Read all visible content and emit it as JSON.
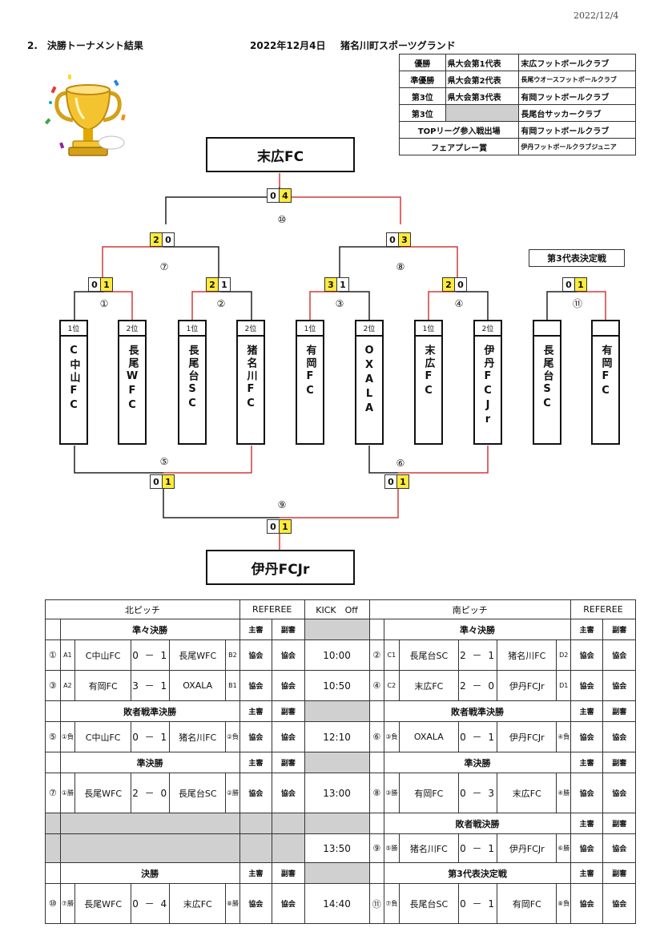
{
  "header": {
    "date_top": "2022/12/4",
    "section_title": "2.　決勝トーナメント結果",
    "event_date": "2022年12月4日",
    "venue": "猪名川町スポーツグランド"
  },
  "awards": [
    {
      "label": "優勝",
      "note": "県大会第1代表",
      "team": "末広フットボールクラブ"
    },
    {
      "label": "準優勝",
      "note": "県大会第2代表",
      "team": "長尾ウオースフットボールクラブ"
    },
    {
      "label": "第3位",
      "note": "県大会第3代表",
      "team": "有岡フットボールクラブ"
    },
    {
      "label": "第3位",
      "note": "",
      "team": "長尾台サッカークラブ"
    },
    {
      "label": "TOPリーグ参入戦出場",
      "team": "有岡フットボールクラブ"
    },
    {
      "label": "フェアプレー賞",
      "team": "伊丹フットボールクラブジュニア"
    }
  ],
  "bracket": {
    "champion": "末広FC",
    "bottom_winner": "伊丹FCJr",
    "third_title": "第3代表決定戦",
    "teams": [
      {
        "rank": "1位",
        "name": "C中山FC"
      },
      {
        "rank": "2位",
        "name": "長尾WFC"
      },
      {
        "rank": "1位",
        "name": "長尾台SC"
      },
      {
        "rank": "2位",
        "name": "猪名川FC"
      },
      {
        "rank": "1位",
        "name": "有岡FC"
      },
      {
        "rank": "2位",
        "name": "OXALA"
      },
      {
        "rank": "1位",
        "name": "末広FC"
      },
      {
        "rank": "2位",
        "name": "伊丹FCJr"
      },
      {
        "rank": "",
        "name": "長尾台SC"
      },
      {
        "rank": "",
        "name": "有岡FC"
      }
    ],
    "matches": [
      {
        "num": "①",
        "left": "0",
        "right": "1",
        "winner": "right"
      },
      {
        "num": "②",
        "left": "2",
        "right": "1",
        "winner": "left"
      },
      {
        "num": "③",
        "left": "3",
        "right": "1",
        "winner": "left"
      },
      {
        "num": "④",
        "left": "2",
        "right": "0",
        "winner": "left"
      },
      {
        "num": "⑪",
        "left": "0",
        "right": "1",
        "winner": "right"
      },
      {
        "num": "⑦",
        "left": "2",
        "right": "0",
        "winner": "left"
      },
      {
        "num": "⑧",
        "left": "0",
        "right": "3",
        "winner": "right"
      },
      {
        "num": "⑩",
        "left": "0",
        "right": "4",
        "winner": "right"
      },
      {
        "num": "⑤",
        "left": "0",
        "right": "1",
        "winner": "right"
      },
      {
        "num": "⑥",
        "left": "0",
        "right": "1",
        "winner": "right"
      },
      {
        "num": "⑨",
        "left": "0",
        "right": "1",
        "winner": "right"
      }
    ]
  },
  "schedule": {
    "north": "北ピッチ",
    "south": "南ピッチ",
    "referee": "REFEREE",
    "kickoff": "KICK　Off",
    "main_ref": "主審",
    "sub_ref": "副審",
    "sections": [
      {
        "north_title": "準々決勝",
        "south_title": "準々決勝"
      },
      {
        "north_title": "敗者戦準決勝",
        "south_title": "敗者戦準決勝"
      },
      {
        "north_title": "準決勝",
        "south_title": "準決勝"
      },
      {
        "north_title": "",
        "south_title": "敗者戦決勝"
      },
      {
        "north_title": "決勝",
        "south_title": "第3代表決定戦"
      }
    ],
    "rows": [
      {
        "n_no": "①",
        "n_a": "A1",
        "n_t1": "C中山FC",
        "n_score": "0 － 1",
        "n_t2": "長尾WFC",
        "n_b": "B2",
        "n_r1": "協会",
        "n_r2": "協会",
        "time": "10:00",
        "s_no": "②",
        "s_a": "C1",
        "s_t1": "長尾台SC",
        "s_score": "2 － 1",
        "s_t2": "猪名川FC",
        "s_b": "D2",
        "s_r1": "協会",
        "s_r2": "協会"
      },
      {
        "n_no": "③",
        "n_a": "A2",
        "n_t1": "有岡FC",
        "n_score": "3 － 1",
        "n_t2": "OXALA",
        "n_b": "B1",
        "n_r1": "協会",
        "n_r2": "協会",
        "time": "10:50",
        "s_no": "④",
        "s_a": "C2",
        "s_t1": "末広FC",
        "s_score": "2 － 0",
        "s_t2": "伊丹FCJr",
        "s_b": "D1",
        "s_r1": "協会",
        "s_r2": "協会"
      },
      {
        "n_no": "⑤",
        "n_a": "①負",
        "n_t1": "C中山FC",
        "n_score": "0 － 1",
        "n_t2": "猪名川FC",
        "n_b": "②負",
        "n_r1": "協会",
        "n_r2": "協会",
        "time": "12:10",
        "s_no": "⑥",
        "s_a": "③負",
        "s_t1": "OXALA",
        "s_score": "0 － 1",
        "s_t2": "伊丹FCJr",
        "s_b": "④負",
        "s_r1": "協会",
        "s_r2": "協会"
      },
      {
        "n_no": "⑦",
        "n_a": "①勝",
        "n_t1": "長尾WFC",
        "n_score": "2 － 0",
        "n_t2": "長尾台SC",
        "n_b": "②勝",
        "n_r1": "協会",
        "n_r2": "協会",
        "time": "13:00",
        "s_no": "⑧",
        "s_a": "③勝",
        "s_t1": "有岡FC",
        "s_score": "0 － 3",
        "s_t2": "末広FC",
        "s_b": "④勝",
        "s_r1": "協会",
        "s_r2": "協会"
      },
      {
        "time": "13:50",
        "s_no": "⑨",
        "s_a": "⑤勝",
        "s_t1": "猪名川FC",
        "s_score": "0 － 1",
        "s_t2": "伊丹FCJr",
        "s_b": "⑥勝",
        "s_r1": "協会",
        "s_r2": "協会"
      },
      {
        "n_no": "⑩",
        "n_a": "⑦勝",
        "n_t1": "長尾WFC",
        "n_score": "0 － 4",
        "n_t2": "末広FC",
        "n_b": "⑧勝",
        "n_r1": "協会",
        "n_r2": "協会",
        "time": "14:40",
        "s_no": "⑪",
        "s_a": "⑦負",
        "s_t1": "長尾台SC",
        "s_score": "0 － 1",
        "s_t2": "有岡FC",
        "s_b": "⑧負",
        "s_r1": "協会",
        "s_r2": "協会"
      }
    ]
  },
  "colors": {
    "win_line": "#d23a3a",
    "lose_line": "#222222",
    "highlight": "#ffeb3b",
    "gray": "#d0d0d0"
  }
}
